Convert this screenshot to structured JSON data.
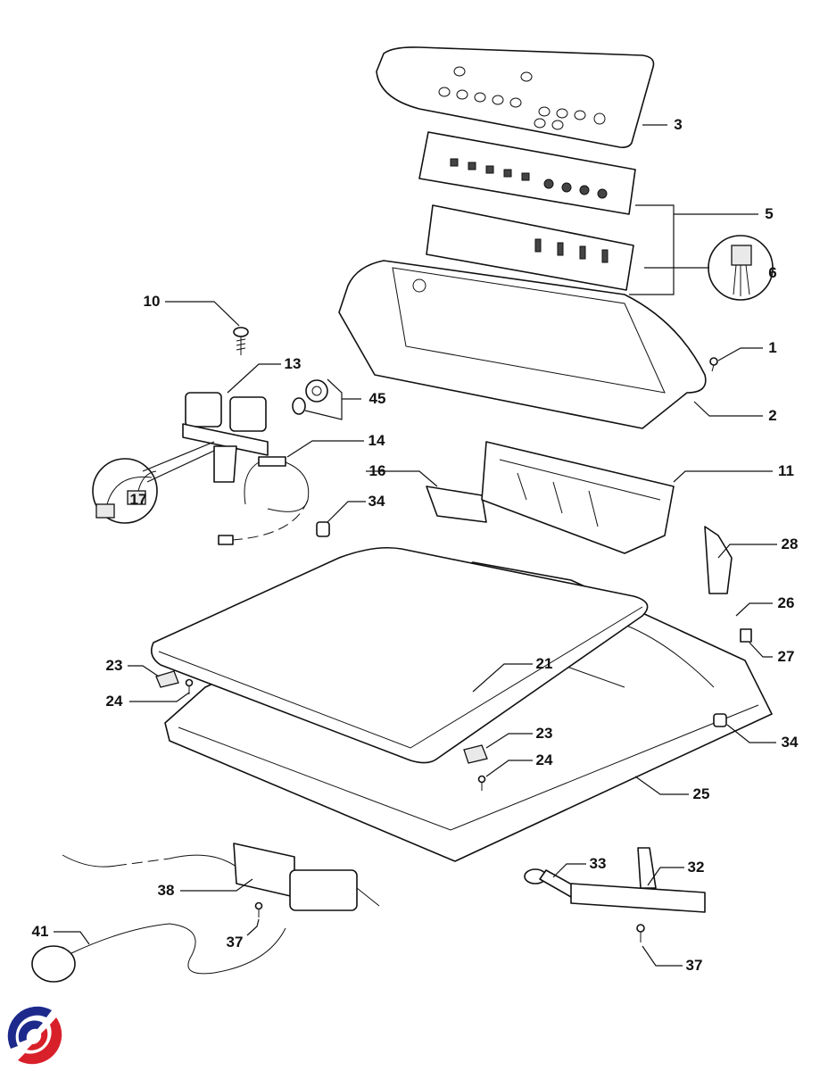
{
  "diagram": {
    "part_labels": [
      "3",
      "5",
      "6",
      "10",
      "13",
      "45",
      "1",
      "2",
      "14",
      "16",
      "11",
      "17",
      "34",
      "28",
      "26",
      "27",
      "23",
      "21",
      "24",
      "34",
      "23",
      "24",
      "25",
      "33",
      "32",
      "38",
      "41",
      "37",
      "37"
    ]
  },
  "logo": {
    "colors": {
      "blue": "#1d2a8c",
      "red": "#d8202a"
    }
  }
}
